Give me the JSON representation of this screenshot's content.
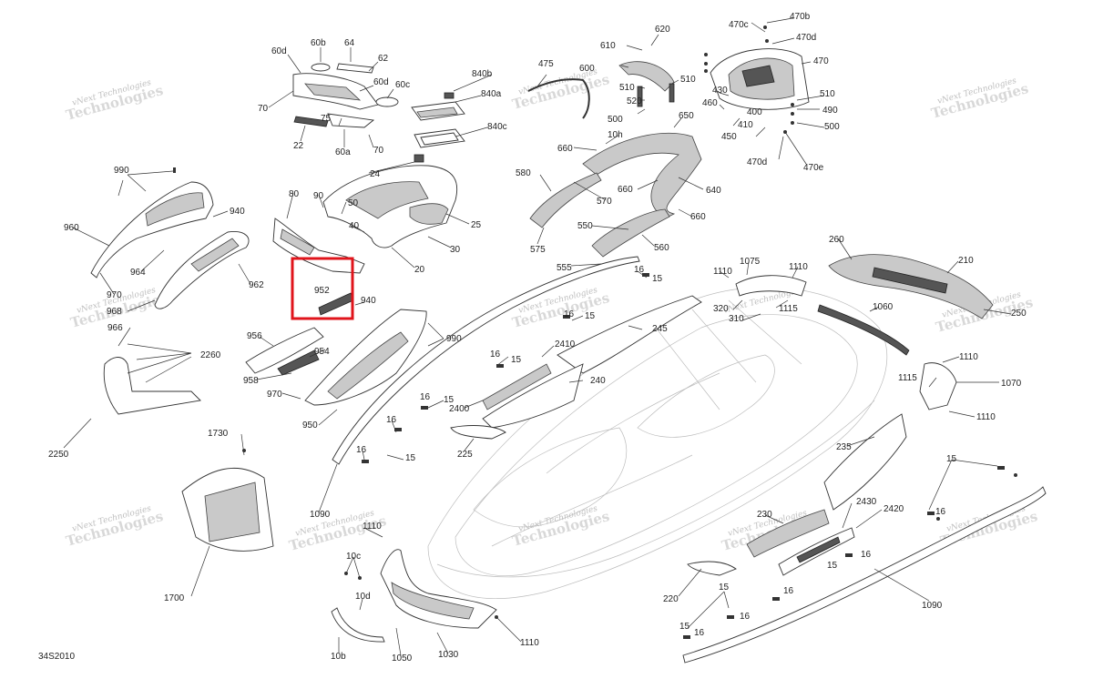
{
  "diagram_code": "34S2010",
  "watermark": {
    "line1": "vNext",
    "line2": "Technologies",
    "small": "vNext Technologies"
  },
  "highlight_color": "#e0141b",
  "labels": {
    "p60d": "60d",
    "p60b": "60b",
    "p64": "64",
    "p62": "62",
    "p60d_b": "60d",
    "p60c": "60c",
    "p70a": "70",
    "p75": "75",
    "p22": "22",
    "p60a": "60a",
    "p70b": "70",
    "p840b": "840b",
    "p840a": "840a",
    "p840c": "840c",
    "p475": "475",
    "p610": "610",
    "p620": "620",
    "p600": "600",
    "p510a": "510",
    "p510b": "510",
    "p520": "520",
    "p500a": "500",
    "p650": "650",
    "p470c": "470c",
    "p470b": "470b",
    "p470d": "470d",
    "p470": "470",
    "p430": "430",
    "p460": "460",
    "p400": "400",
    "p410": "410",
    "p450": "450",
    "p510c": "510",
    "p490": "490",
    "p500b": "500",
    "p470d_b": "470d",
    "p470e": "470e",
    "p10h": "10h",
    "p660a": "660",
    "p580": "580",
    "p570": "570",
    "p660b": "660",
    "p640": "640",
    "p660c": "660",
    "p550": "550",
    "p560": "560",
    "p575": "575",
    "p555": "555",
    "p24": "24",
    "p80": "80",
    "p90": "90",
    "p50": "50",
    "p25": "25",
    "p40": "40",
    "p30": "30",
    "p20": "20",
    "p990a": "990",
    "p940a": "940",
    "p960": "960",
    "p964": "964",
    "p962": "962",
    "p970a": "970",
    "p968": "968",
    "p952": "952",
    "p940b": "940",
    "p966": "966",
    "p2260": "2260",
    "p956": "956",
    "p954": "954",
    "p958": "958",
    "p970b": "970",
    "p950": "950",
    "p990b": "990",
    "p2250": "2250",
    "p16a": "16",
    "p15a": "15",
    "p16b": "16",
    "p15b": "15",
    "p245": "245",
    "p2410": "2410",
    "p16c": "16",
    "p15c": "15",
    "p240": "240",
    "p16d": "16",
    "p15d": "15",
    "p2400": "2400",
    "p16e": "16",
    "p15e": "15",
    "p16f": "16",
    "p15f": "15",
    "p225": "225",
    "p1110a": "1110",
    "p1075": "1075",
    "p1110b": "1110",
    "p320": "320",
    "p1115a": "1115",
    "p310": "310",
    "p260": "260",
    "p210": "210",
    "p1060": "1060",
    "p250": "250",
    "p1110c": "1110",
    "p1115b": "1115",
    "p1070": "1070",
    "p1110d": "1110",
    "p235": "235",
    "p1730": "1730",
    "p1700": "1700",
    "p1090a": "1090",
    "p1110e": "1110",
    "p10c": "10c",
    "p10d": "10d",
    "p10b": "10b",
    "p1050": "1050",
    "p1030": "1030",
    "p1110f": "1110",
    "p230": "230",
    "p2430": "2430",
    "p2420": "2420",
    "p15g": "15",
    "p16g": "16",
    "p220": "220",
    "p15h": "15",
    "p16h": "16",
    "p15i": "15",
    "p16i": "16",
    "p16j": "16",
    "p15j": "15",
    "p16k": "16",
    "p1090b": "1090"
  }
}
